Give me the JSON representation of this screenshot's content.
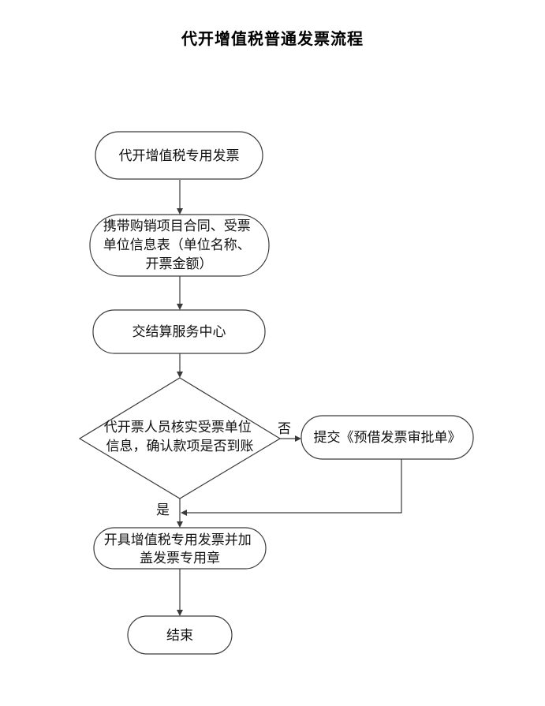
{
  "title": "代开增值税普通发票流程",
  "nodes": {
    "n1": {
      "lines": [
        "代开增值税专用发票"
      ]
    },
    "n2": {
      "lines": [
        "携带购销项目合同、受票",
        "单位信息表（单位名称、",
        "开票金额）"
      ]
    },
    "n3": {
      "lines": [
        "交结算服务中心"
      ]
    },
    "n4": {
      "lines": [
        "代开票人员核实受票单位",
        "信息，确认款项是否到账"
      ]
    },
    "n5": {
      "lines": [
        "提交《预借发票审批单》"
      ]
    },
    "n6": {
      "lines": [
        "开具增值税专用发票并加",
        "盖发票专用章"
      ]
    },
    "n7": {
      "lines": [
        "结束"
      ]
    }
  },
  "edge_labels": {
    "no": "否",
    "yes": "是"
  }
}
